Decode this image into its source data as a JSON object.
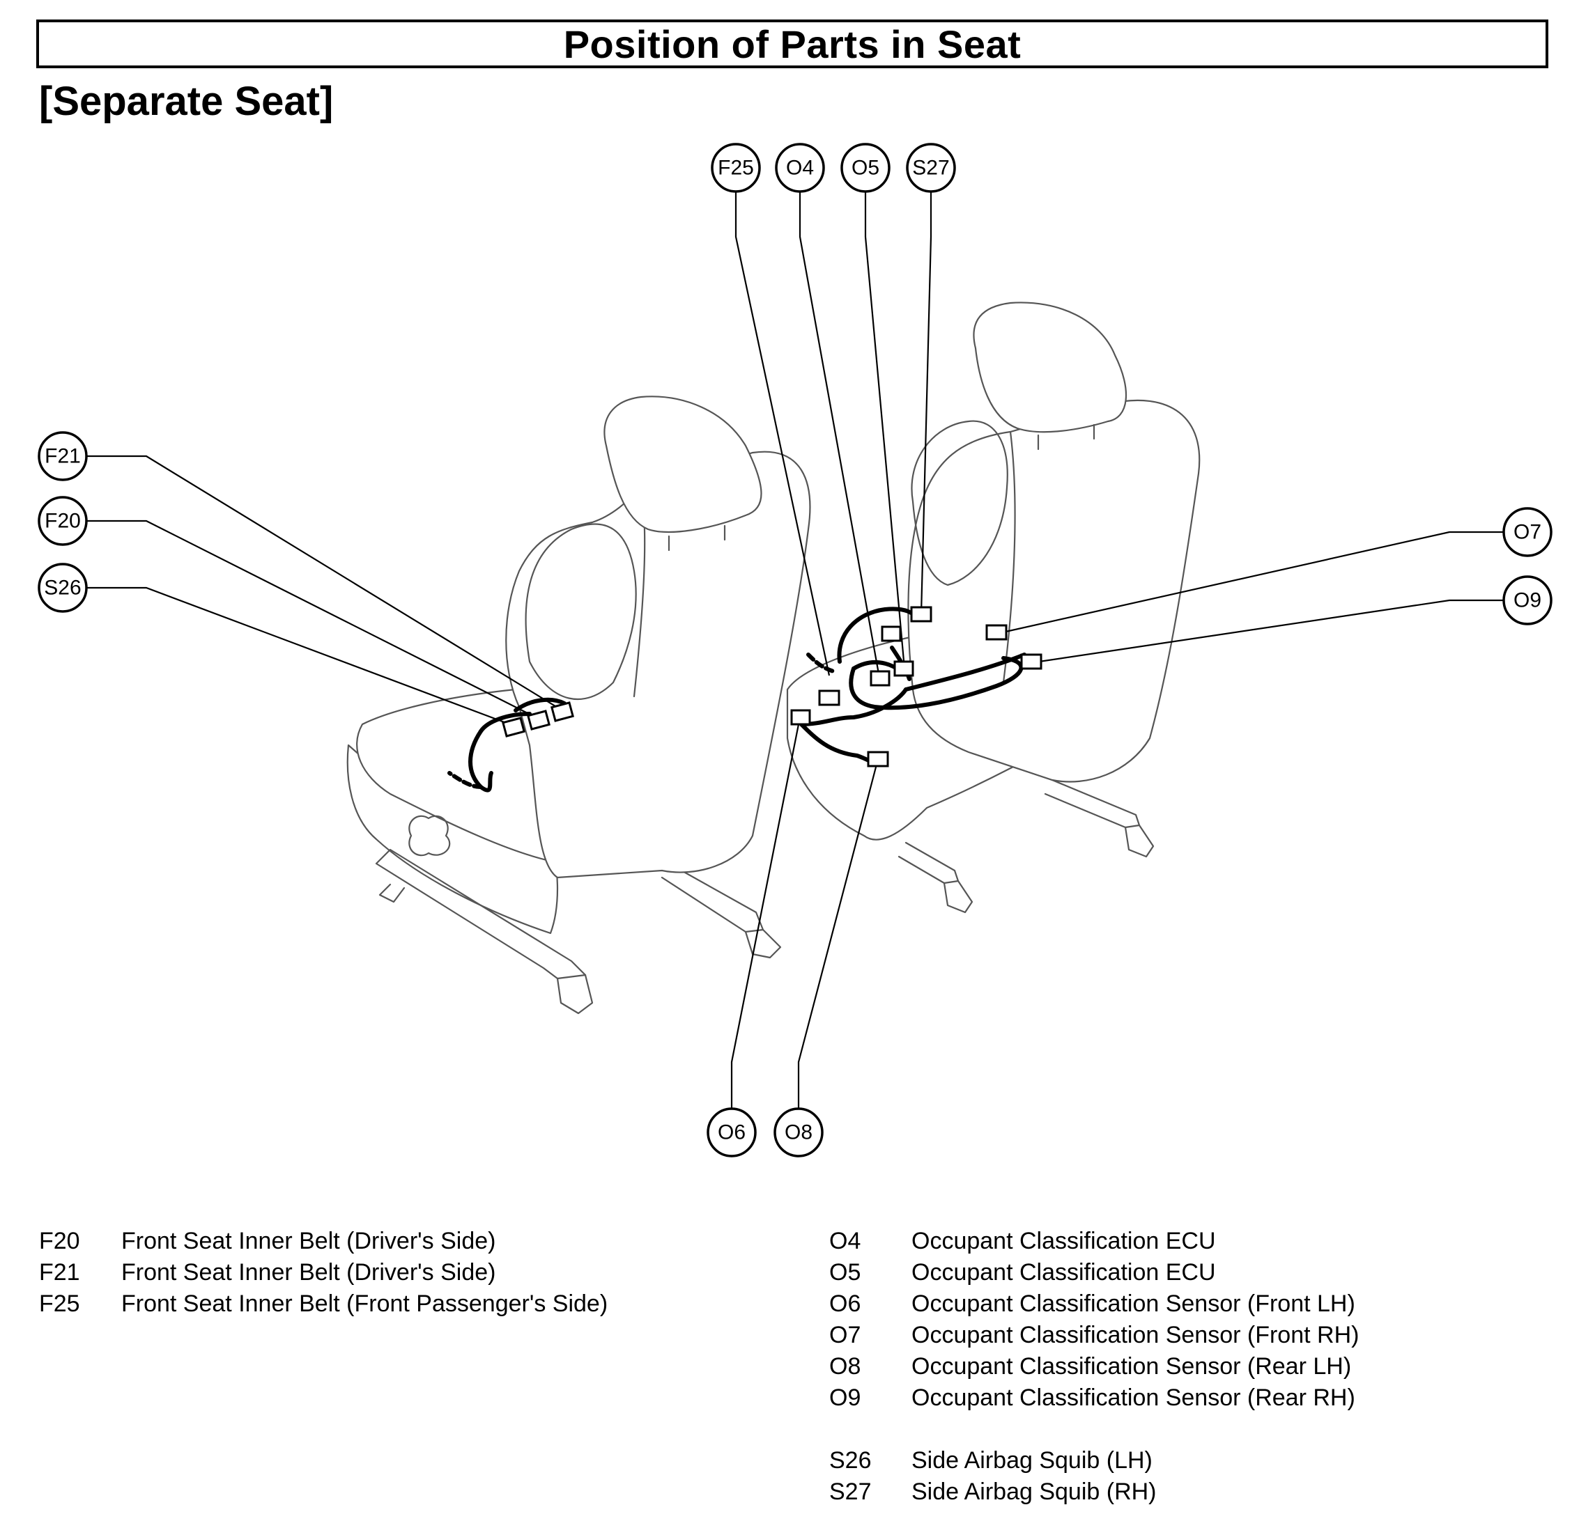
{
  "title": "Position of Parts in Seat",
  "subtitle": "[Separate Seat]",
  "callouts": {
    "F25": "F25",
    "O4": "O4",
    "O5": "O5",
    "S27": "S27",
    "F21": "F21",
    "F20": "F20",
    "S26": "S26",
    "O7": "O7",
    "O9": "O9",
    "O6": "O6",
    "O8": "O8"
  },
  "legend_left": [
    {
      "code": "F20",
      "description": "Front Seat Inner Belt (Driver's Side)"
    },
    {
      "code": "F21",
      "description": "Front Seat Inner Belt (Driver's Side)"
    },
    {
      "code": "F25",
      "description": "Front Seat Inner Belt (Front Passenger's Side)"
    }
  ],
  "legend_right": [
    {
      "code": "O4",
      "description": "Occupant Classification ECU"
    },
    {
      "code": "O5",
      "description": "Occupant Classification ECU"
    },
    {
      "code": "O6",
      "description": "Occupant Classification Sensor (Front LH)"
    },
    {
      "code": "O7",
      "description": "Occupant Classification Sensor (Front RH)"
    },
    {
      "code": "O8",
      "description": "Occupant Classification Sensor (Rear LH)"
    },
    {
      "code": "O9",
      "description": "Occupant Classification Sensor (Rear RH)"
    },
    {
      "code": "S26",
      "description": "Side Airbag Squib (LH)"
    },
    {
      "code": "S27",
      "description": "Side Airbag Squib (RH)"
    }
  ]
}
